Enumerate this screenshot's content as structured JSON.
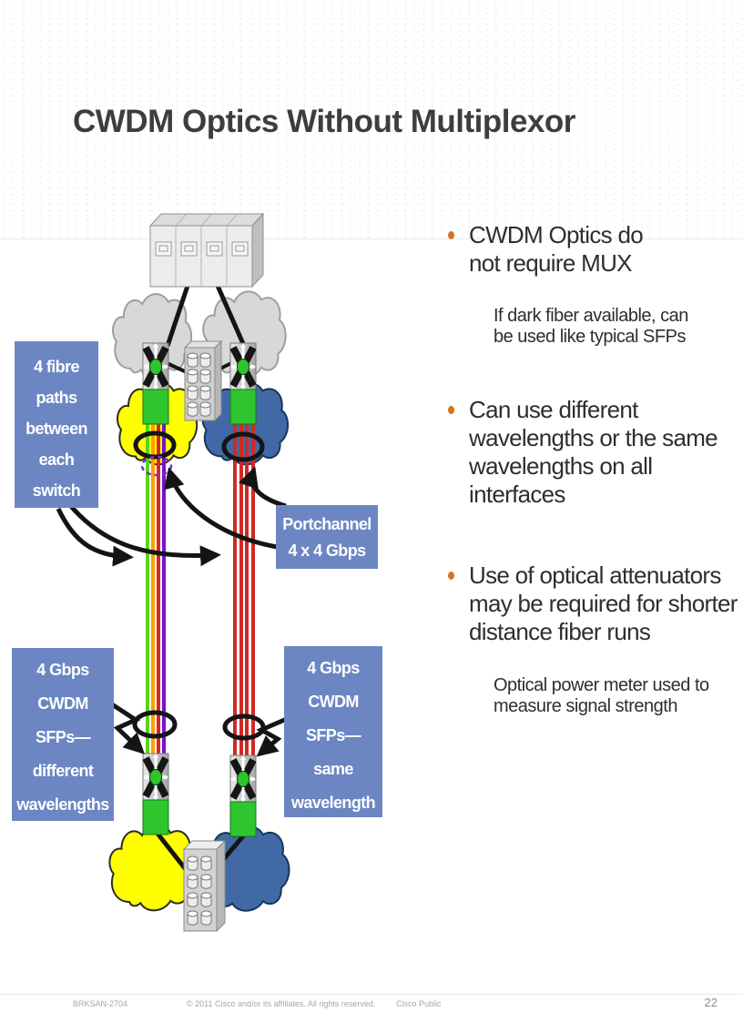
{
  "slide": {
    "title": "CWDM Optics Without Multiplexor"
  },
  "bullets": [
    {
      "text": "CWDM Optics do\nnot require MUX",
      "sub": "If dark fiber available, can\nbe used like typical SFPs"
    },
    {
      "text": "Can use different\nwavelengths or the same\nwavelengths on all\ninterfaces"
    },
    {
      "text": "Use of optical attenuators\nmay be required for shorter\ndistance fiber runs",
      "sub": "Optical power meter used to\nmeasure signal strength"
    }
  ],
  "diagram": {
    "label_fibre_paths": "4 fibre\npaths\nbetween\neach\nswitch",
    "label_portchannel": "Portchannel\n4 x 4 Gbps",
    "label_cwdm_different": "4 Gbps\nCWDM\nSFPs—\ndifferent\nwavelengths",
    "label_cwdm_same": "4 Gbps\nCWDM\nSFPs—\nsame\nwavelength",
    "fiber_colors_left": [
      "#58d61c",
      "#ff9e00",
      "#d42a20",
      "#7b10cc"
    ],
    "fiber_color_right": "#cf2a24",
    "cloud_colors": {
      "fabric_a": "#ffff00",
      "fabric_b": "#4169a6",
      "generic": "#d8d8d8"
    },
    "accent_box_color": "#6b86c3",
    "bullet_color": "#d9731f"
  },
  "footer": {
    "session_id": "BRKSAN-2704",
    "copyright": "© 2011 Cisco and/or its affiliates. All rights reserved.",
    "classification": "Cisco Public",
    "page_number": "22"
  }
}
